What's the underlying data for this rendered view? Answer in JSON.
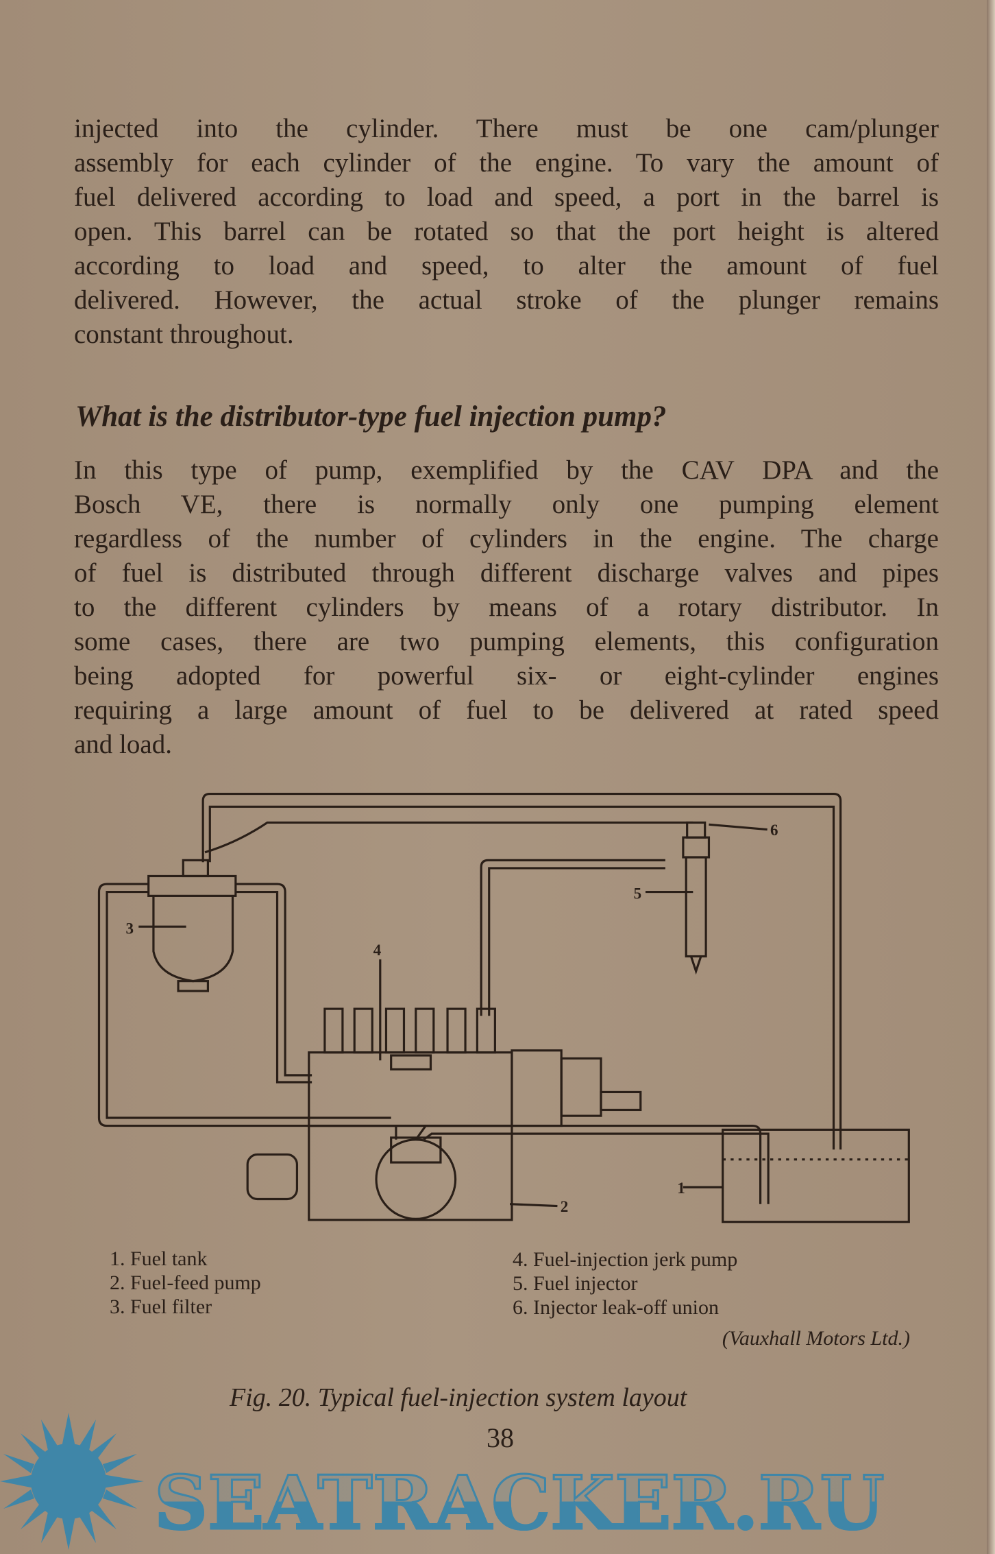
{
  "paragraph1": [
    "injected into the cylinder. There must be one cam/plunger",
    "assembly for each cylinder of the engine. To vary the amount of",
    "fuel delivered according to load and speed, a port in the barrel is",
    "open. This barrel can be rotated so that the port height is altered",
    "according to load and speed, to alter the amount of fuel",
    "delivered. However, the actual stroke of the plunger remains",
    "constant throughout."
  ],
  "heading": "What is the distributor-type fuel injection pump?",
  "paragraph2": [
    "In this type of pump, exemplified by the CAV DPA and the",
    "Bosch VE, there is normally only one pumping element",
    "regardless of the number of cylinders in the engine. The charge",
    "of fuel is distributed through different discharge valves and pipes",
    "to the different cylinders by means of a rotary distributor. In",
    "some cases, there are two pumping elements, this configuration",
    "being adopted for powerful six- or eight-cylinder engines",
    "requiring a large amount of fuel to be delivered at rated speed",
    "and load."
  ],
  "diagram_labels": [
    "1",
    "2",
    "3",
    "4",
    "5",
    "6"
  ],
  "legend_left": [
    "1. Fuel tank",
    "2. Fuel-feed pump",
    "3. Fuel filter"
  ],
  "legend_right": [
    "4. Fuel-injection jerk pump",
    "5. Fuel injector",
    "6. Injector leak-off union"
  ],
  "credit": "(Vauxhall Motors Ltd.)",
  "caption": "Fig. 20. Typical fuel-injection system layout",
  "page_number": "38",
  "watermark": "SEATRACKER.RU",
  "colors": {
    "paper": "#a99580",
    "ink": "#2a1f18",
    "watermark": "#3f86a8"
  }
}
